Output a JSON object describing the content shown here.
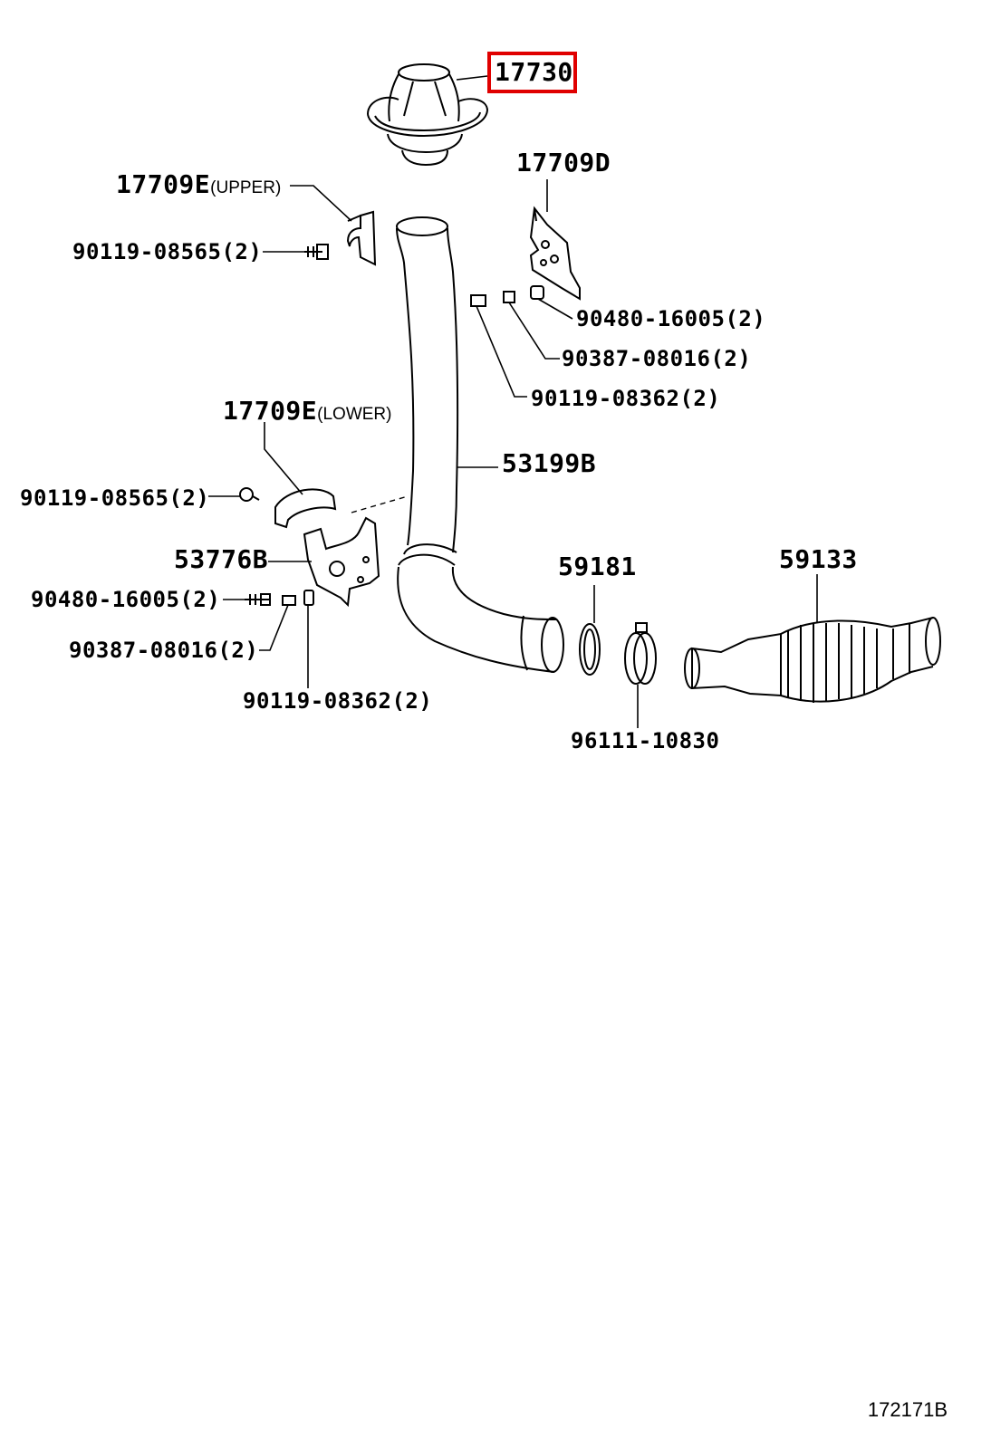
{
  "diagram_code": "172171B",
  "highlight_color": "#e00000",
  "highlighted_part": "17730",
  "labels": {
    "p17730": {
      "number": "17730"
    },
    "p17709D": {
      "number": "17709D"
    },
    "p17709E_upper": {
      "number": "17709E",
      "qualifier": "(UPPER)"
    },
    "p90119_08565_upper": {
      "number": "90119-08565(2)"
    },
    "p90480_16005_right": {
      "number": "90480-16005(2)"
    },
    "p90387_08016_right": {
      "number": "90387-08016(2)"
    },
    "p90119_08362_right": {
      "number": "90119-08362(2)"
    },
    "p17709E_lower": {
      "number": "17709E",
      "qualifier": "(LOWER)"
    },
    "p53199B": {
      "number": "53199B"
    },
    "p90119_08565_lower": {
      "number": "90119-08565(2)"
    },
    "p53776B": {
      "number": "53776B"
    },
    "p59181": {
      "number": "59181"
    },
    "p59133": {
      "number": "59133"
    },
    "p90480_16005_left": {
      "number": "90480-16005(2)"
    },
    "p90387_08016_left": {
      "number": "90387-08016(2)"
    },
    "p90119_08362_left": {
      "number": "90119-08362(2)"
    },
    "p96111_10830": {
      "number": "96111-10830"
    }
  }
}
